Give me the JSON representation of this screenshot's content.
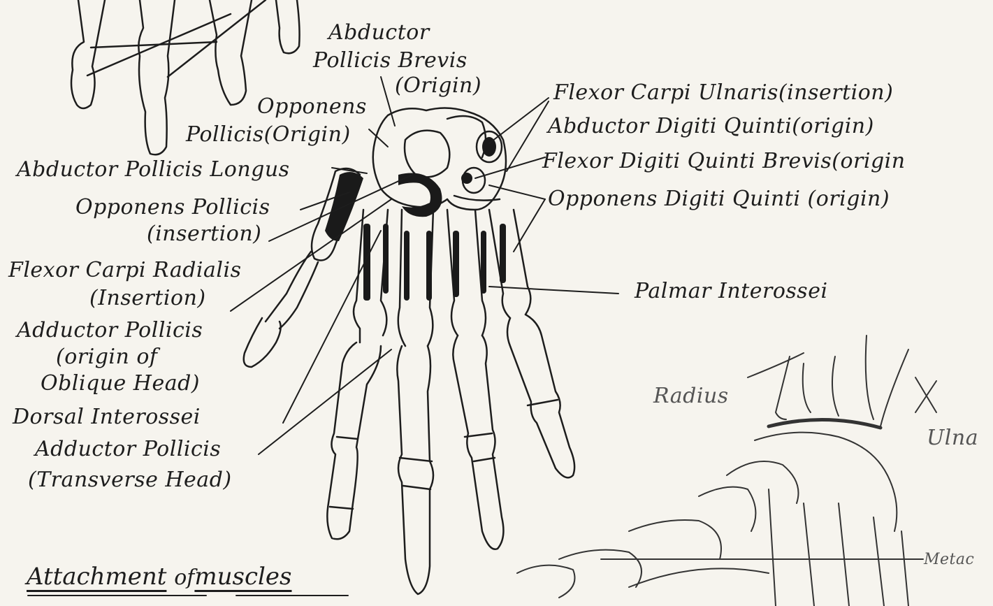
{
  "labels": {
    "abductor_pollicis_brevis": "Abductor",
    "abductor_pollicis_brevis_2": "Pollicis Brevis",
    "abductor_pollicis_brevis_3": "(Origin)",
    "opponens_pollicis_origin_1": "Opponens",
    "opponens_pollicis_origin_2": "Pollicis(Origin)",
    "abductor_pollicis_longus": "Abductor Pollicis Longus",
    "opponens_pollicis_insertion_1": "Opponens Pollicis",
    "opponens_pollicis_insertion_2": "(insertion)",
    "flexor_carpi_radialis_1": "Flexor Carpi Radialis",
    "flexor_carpi_radialis_2": "(Insertion)",
    "adductor_pollicis_oblique_1": "Adductor Pollicis",
    "adductor_pollicis_oblique_2": "(origin of",
    "adductor_pollicis_oblique_3": "Oblique Head)",
    "dorsal_interossei": "Dorsal Interossei",
    "adductor_pollicis_transverse_1": "Adductor Pollicis",
    "adductor_pollicis_transverse_2": "(Transverse Head)",
    "flexor_carpi_ulnaris": "Flexor Carpi Ulnaris(insertion)",
    "abductor_digiti_quinti": "Abductor Digiti Quinti(origin)",
    "flexor_digiti_quinti_brevis": "Flexor Digiti Quinti Brevis(origin",
    "opponens_digiti_quinti": "Opponens Digiti Quinti (origin)",
    "palmar_interossei": "Palmar Interossei",
    "radius": "Radius",
    "ulna": "Ulna",
    "metacarpals": "Metac"
  },
  "caption": {
    "part1": "Attachment",
    "part2": "of",
    "part3": "muscles"
  },
  "colors": {
    "paper": "#f6f4ee",
    "ink": "#1d1d1d",
    "muscle_fill": "#1a1a1a"
  }
}
